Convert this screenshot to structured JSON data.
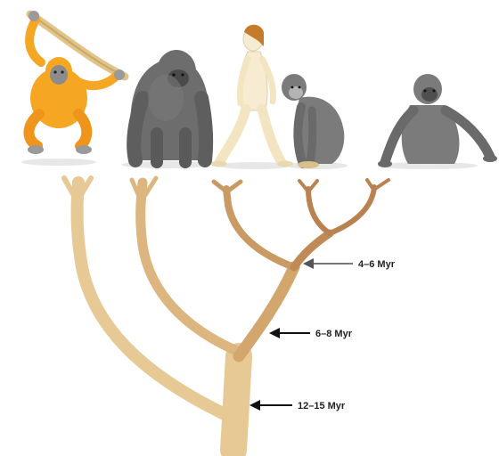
{
  "colors": {
    "trunk": "#e6c994",
    "branch_mid": "#d3a66e",
    "branch_dark": "#b98250",
    "orangutan": "#f5a623",
    "gorilla": "#6d6d6d",
    "human": "#f7ecd2",
    "chimp": "#7b7b7b",
    "arrow": "#111111"
  },
  "figures": [
    {
      "name": "orangutan",
      "icon": "orangutan-figure"
    },
    {
      "name": "gorilla",
      "icon": "gorilla-figure"
    },
    {
      "name": "human",
      "icon": "human-figure"
    },
    {
      "name": "chimpanzee",
      "icon": "chimpanzee-figure"
    },
    {
      "name": "bonobo",
      "icon": "bonobo-figure"
    }
  ],
  "divergences": [
    {
      "label": "4–6 Myr"
    },
    {
      "label": "6–8 Myr"
    },
    {
      "label": "12–15 Myr"
    }
  ]
}
